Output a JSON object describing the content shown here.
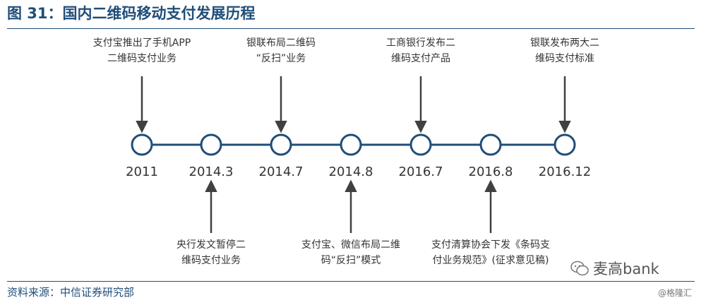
{
  "title": "图 31：国内二维码移动支付发展历程",
  "source": "资料来源：中信证券研究部",
  "colors": {
    "accent": "#1f4e79",
    "arrow": "#404040"
  },
  "timeline": {
    "years": [
      "2011",
      "2014.3",
      "2014.7",
      "2014.8",
      "2016.7",
      "2016.8",
      "2016.12"
    ],
    "events_above": [
      {
        "year_index": 0,
        "text": "支付宝推出了手机APP\n二维码支付业务"
      },
      {
        "year_index": 2,
        "text": "银联布局二维码\n“反扫”业务"
      },
      {
        "year_index": 4,
        "text": "工商银行发布二\n维码支付产品"
      },
      {
        "year_index": 6,
        "text": "银联发布两大二\n维码支付标准"
      }
    ],
    "events_below": [
      {
        "year_index": 1,
        "text": "央行发文暂停二\n维码支付业务"
      },
      {
        "year_index": 3,
        "text": "支付宝、微信布局二维\n码“反扫”模式"
      },
      {
        "year_index": 5,
        "text": "支付清算协会下发《条码支\n付业务规范》(征求意见稿)"
      }
    ]
  },
  "watermark": {
    "icon": "wechat-icon",
    "text": "麦高bank",
    "credit": "@格隆汇"
  }
}
